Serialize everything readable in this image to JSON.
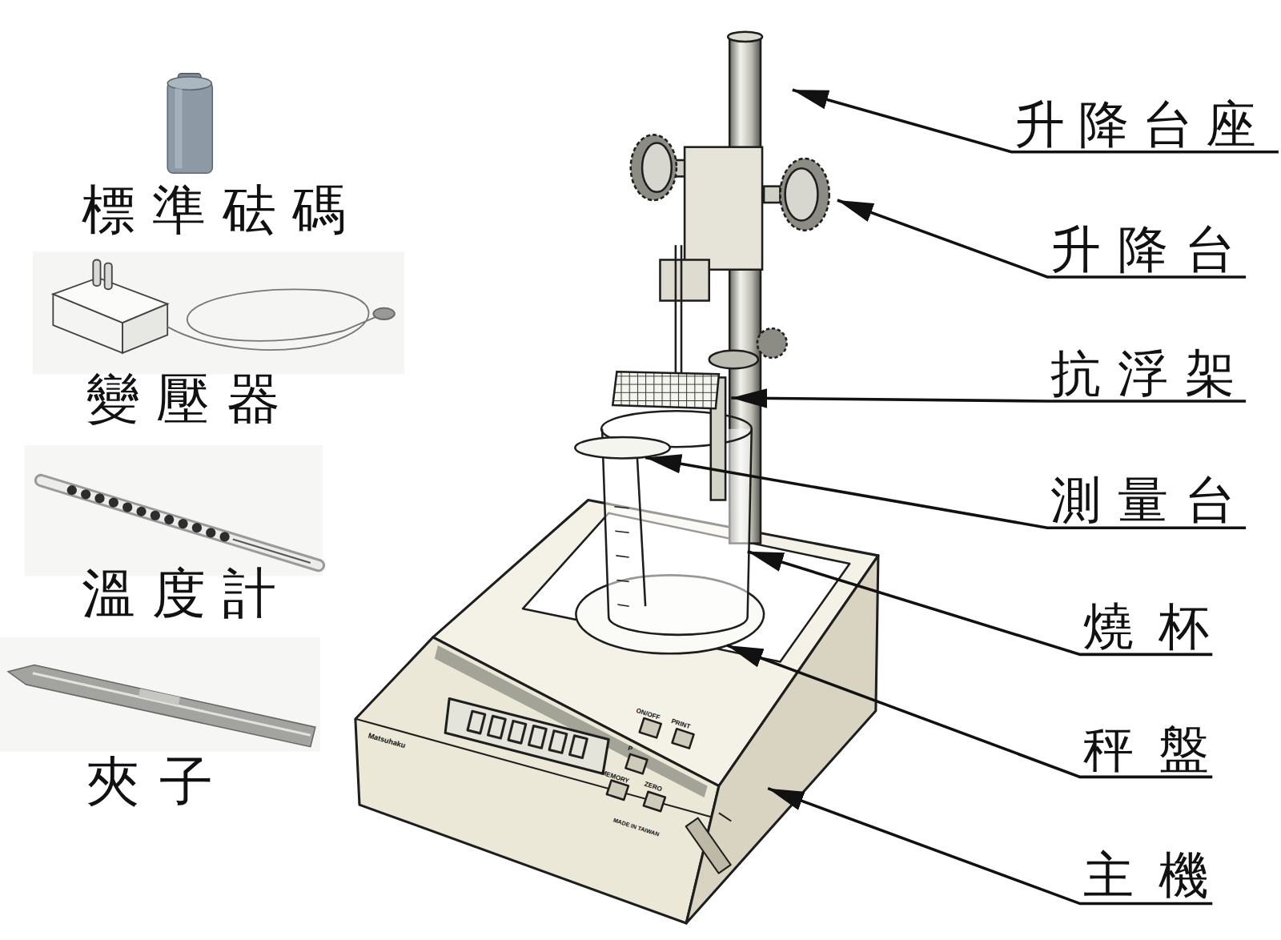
{
  "diagram": {
    "labels": [
      "標準砝碼",
      "變壓器",
      "溫度計",
      "夾子",
      "升降台座",
      "升降台",
      "抗浮架",
      "測量台",
      "燒杯",
      "秤盤",
      "主機",
      "ON/OFF",
      "PRINT",
      "P",
      "MEMORY",
      "ZERO",
      "MADE IN TAIWAN",
      "Matsuhaku"
    ]
  }
}
